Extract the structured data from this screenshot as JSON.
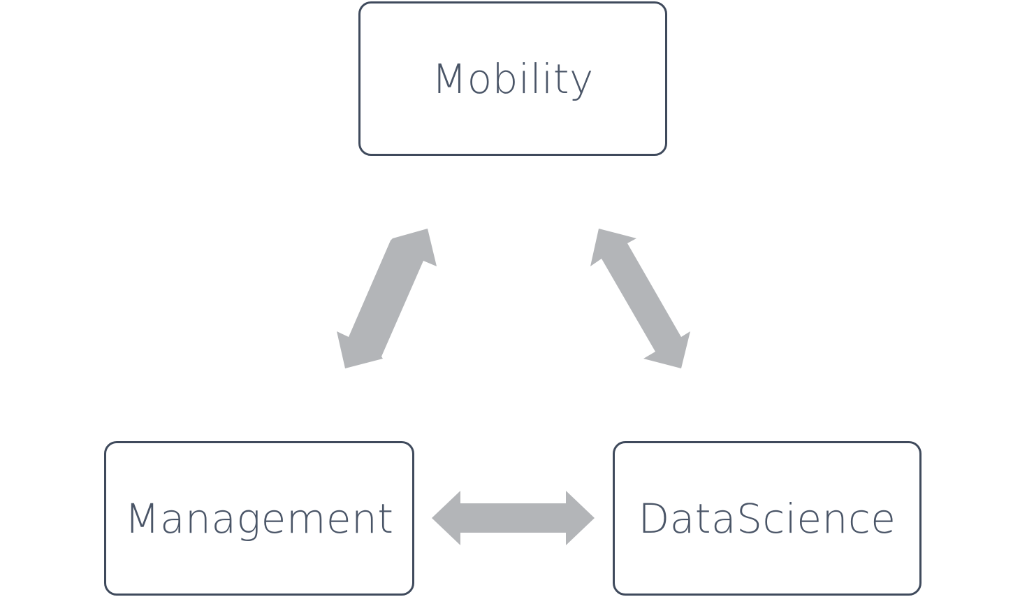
{
  "nodes": {
    "mobility": {
      "label": "Mobility"
    },
    "management": {
      "label": "Management"
    },
    "datascience": {
      "label": "DataScience"
    }
  },
  "colors": {
    "box_border": "#3f4a5c",
    "label_text": "#4a5567",
    "arrow_fill": "#b3b5b8",
    "background": "#ffffff"
  },
  "edges": [
    {
      "from": "management",
      "to": "mobility",
      "type": "bidirectional"
    },
    {
      "from": "mobility",
      "to": "datascience",
      "type": "bidirectional"
    },
    {
      "from": "management",
      "to": "datascience",
      "type": "bidirectional"
    }
  ]
}
